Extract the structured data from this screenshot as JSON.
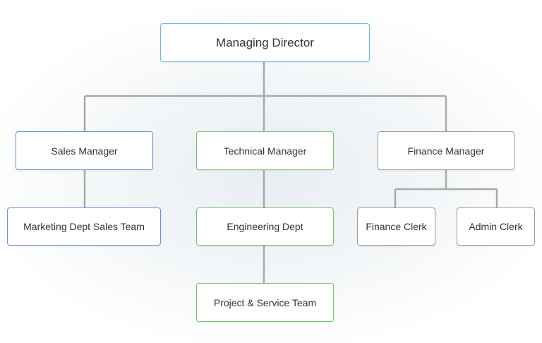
{
  "chart": {
    "root": {
      "label": "Managing Director"
    },
    "managers": [
      {
        "label": "Sales Manager"
      },
      {
        "label": "Technical Manager"
      },
      {
        "label": "Finance Manager"
      }
    ],
    "sales_team": {
      "label": "Marketing Dept Sales Team"
    },
    "engineering": {
      "label": "Engineering Dept"
    },
    "project_team": {
      "label": "Project & Service Team"
    },
    "finance_clerk": {
      "label": "Finance Clerk"
    },
    "admin_clerk": {
      "label": "Admin Clerk"
    }
  },
  "colors": {
    "connector": "#a9a9a9",
    "root_border": "#6eb7d8",
    "sales_border": "#6f8fd8",
    "technical_border": "#74c46c",
    "finance_border": "#9c9c9c"
  }
}
